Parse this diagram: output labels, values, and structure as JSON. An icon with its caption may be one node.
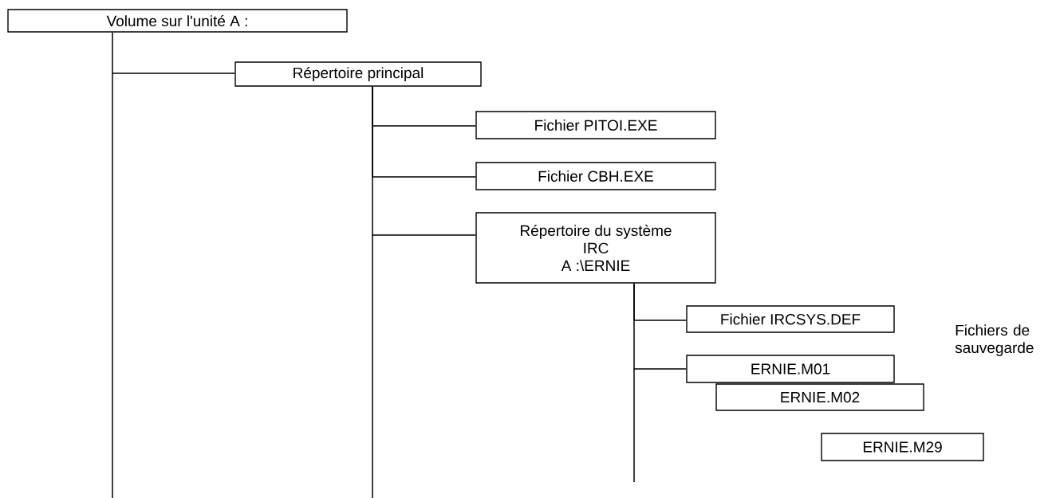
{
  "diagram": {
    "nodes": [
      {
        "text": [
          "Volume sur l'unité A :"
        ]
      },
      {
        "text": [
          "Répertoire principal"
        ]
      },
      {
        "text": [
          "Fichier PITOI.EXE"
        ]
      },
      {
        "text": [
          "Fichier CBH.EXE"
        ]
      },
      {
        "text": [
          "Répertoire du système",
          "IRC",
          "A :\\ERNIE"
        ]
      },
      {
        "text": [
          "Fichier IRCSYS.DEF"
        ]
      },
      {
        "text": [
          "ERNIE.M01"
        ]
      },
      {
        "text": [
          "ERNIE.M02"
        ]
      },
      {
        "text": [
          "ERNIE.M29"
        ]
      }
    ],
    "edges": [
      {
        "from": 0,
        "to": 1,
        "arrow": "none"
      },
      {
        "from": 1,
        "to": 2,
        "arrow": "none"
      },
      {
        "from": 1,
        "to": 3,
        "arrow": "none"
      },
      {
        "from": 1,
        "to": 4,
        "arrow": "none"
      },
      {
        "from": 4,
        "to": 5,
        "arrow": "none"
      },
      {
        "from": 4,
        "to": 6,
        "arrow": "none"
      }
    ],
    "labels": [
      "Fichiers de sauvegarde"
    ]
  }
}
